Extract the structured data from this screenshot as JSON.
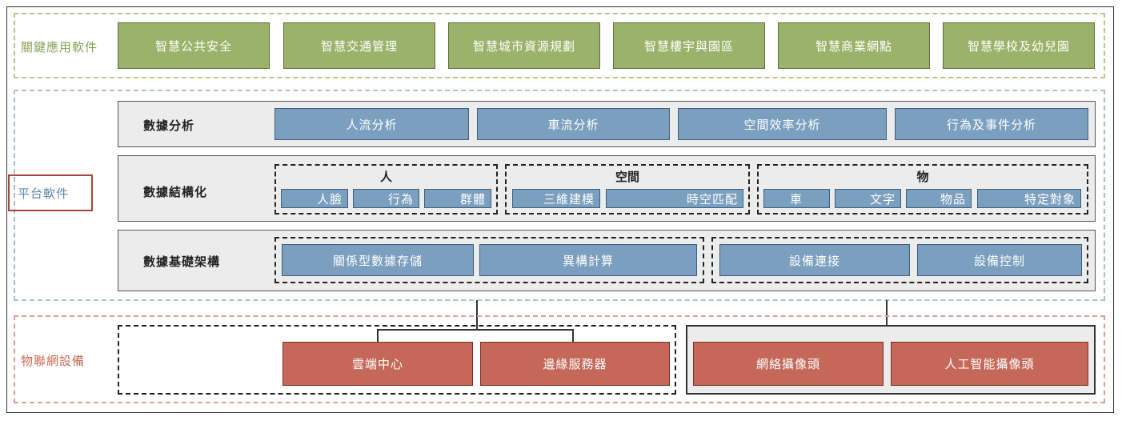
{
  "app_layer": {
    "label": "關鍵應用軟件",
    "items": [
      "智慧公共安全",
      "智慧交通管理",
      "智慧城市資源規劃",
      "智慧樓宇與園區",
      "智慧商業網點",
      "智慧學校及幼兒園"
    ]
  },
  "platform_layer": {
    "label": "平台軟件",
    "analysis": {
      "label": "數據分析",
      "items": [
        "人流分析",
        "車流分析",
        "空間效率分析",
        "行為及事件分析"
      ]
    },
    "structuring": {
      "label": "數據結構化",
      "groups": [
        {
          "title": "人",
          "items": [
            "人臉",
            "行為",
            "群體"
          ]
        },
        {
          "title": "空間",
          "items": [
            "三維建模",
            "時空匹配"
          ]
        },
        {
          "title": "物",
          "items": [
            "車",
            "文字",
            "物品",
            "特定對象"
          ]
        }
      ]
    },
    "infrastructure": {
      "label": "數據基礎架構",
      "items": [
        "關係型數據存儲",
        "異構計算",
        "設備連接",
        "設備控制"
      ]
    }
  },
  "iot_layer": {
    "label": "物聯網設備",
    "items": [
      "雲端中心",
      "邊緣服務器",
      "網絡攝像頭",
      "人工智能攝像頭"
    ]
  },
  "colors": {
    "app": "#9bb26a",
    "platform": "#7b9fbf",
    "iot": "#c5685a"
  }
}
